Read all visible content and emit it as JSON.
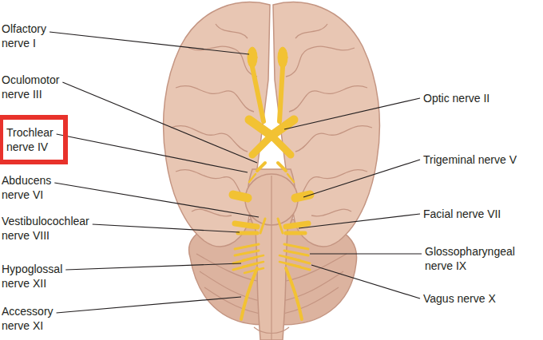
{
  "diagram": {
    "nodes": [
      {
        "text": [
          "Trochlear nerve IV"
        ]
      }
    ],
    "labels": [
      "Olfactory nerve I",
      "Oculomotor nerve III",
      "Abducens nerve VI",
      "Vestibulocochlear nerve VIII",
      "Hypoglossal nerve XII",
      "Accessory nerve XI",
      "Optic nerve II",
      "Trigeminal nerve V",
      "Facial nerve VII",
      "Glossopharyngeal nerve IX",
      "Vagus nerve X"
    ]
  }
}
